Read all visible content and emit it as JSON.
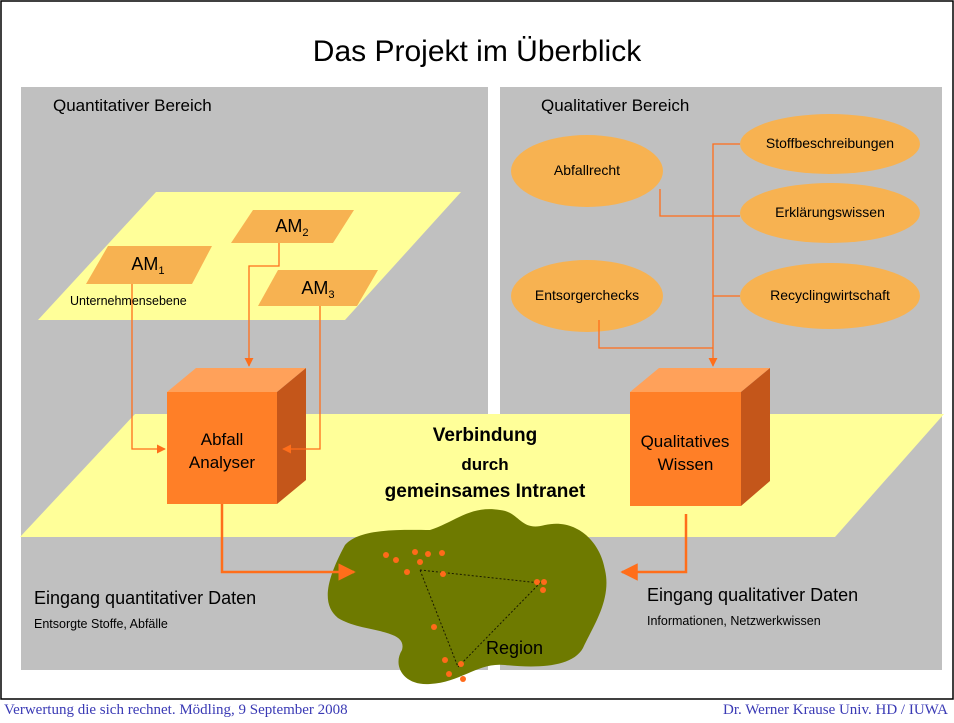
{
  "title": "Das Projekt im Überblick",
  "left_panel": {
    "heading": "Quantitativer Bereich",
    "enterprise_label": "Unternehmensebene",
    "modules": [
      {
        "base": "AM",
        "sub": "1"
      },
      {
        "base": "AM",
        "sub": "2"
      },
      {
        "base": "AM",
        "sub": "3"
      }
    ],
    "cube_lines": [
      "Abfall",
      "Analyser"
    ],
    "input_title": "Eingang quantitativer Daten",
    "input_detail": "Entsorgte Stoffe, Abfälle"
  },
  "right_panel": {
    "heading": "Qualitativer Bereich",
    "ellipses": [
      "Abfallrecht",
      "Stoffbeschreibungen",
      "Erklärungswissen",
      "Entsorgerchecks",
      "Recyclingwirtschaft"
    ],
    "cube_lines": [
      "Qualitatives",
      "Wissen"
    ],
    "input_title": "Eingang qualitativer Daten",
    "input_detail": "Informationen, Netzwerkwissen"
  },
  "connection": [
    "Verbindung",
    "durch",
    "gemeinsames Intranet"
  ],
  "region_label": "Region",
  "footer": {
    "left": "Verwertung die sich rechnet.  Mödling,  9 September 2008",
    "right": "Dr. Werner Krause Univ. HD / IUWA"
  },
  "colors": {
    "panel": "#c0c0c0",
    "plane": "#ffff99",
    "ellipse": "#f7b251",
    "cube_front": "#ff7f27",
    "arrow": "#ff6e1a",
    "region": "#6e7a00",
    "region_dots": "#ff6a1a",
    "footer_text": "#3a3ab5"
  }
}
